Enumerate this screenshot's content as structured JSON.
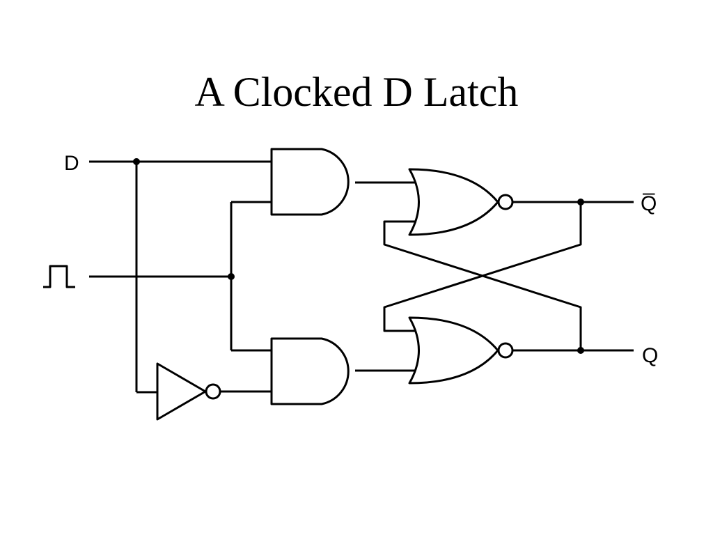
{
  "title": "A Clocked D Latch",
  "labels": {
    "d_input": "D",
    "q_bar_output": "Q̅",
    "q_output": "Q"
  },
  "icons": {
    "clock_input": "clock-pulse-icon"
  },
  "colors": {
    "ink": "#000000",
    "background": "#ffffff"
  }
}
